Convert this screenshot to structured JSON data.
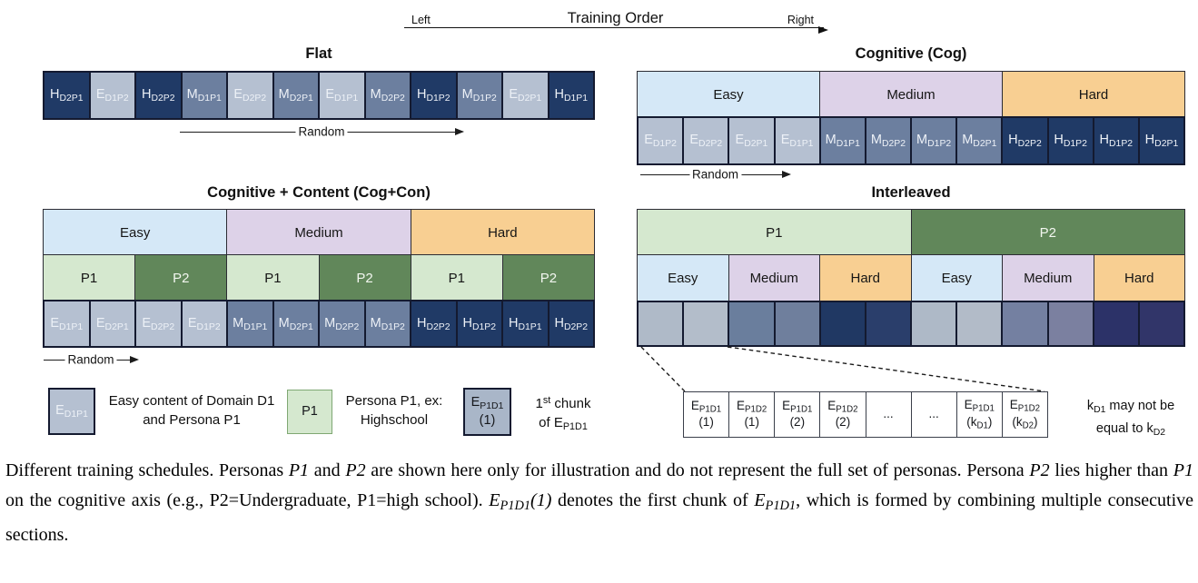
{
  "header": {
    "left": "Left",
    "title": "Training Order",
    "right": "Right"
  },
  "colors": {
    "easy_block": "#B5C0D1",
    "medium_block": "#6C7F9F",
    "hard_block": "#203A66",
    "easy_band": "#D5E8F7",
    "medium_band": "#DDD2E8",
    "hard_band": "#F8CF92",
    "p1_green": "#D5E8CF",
    "p2_green": "#61875A",
    "chunk_gray": "#A9B6C8"
  },
  "panels": {
    "flat": {
      "title": "Flat",
      "random_label": "Random",
      "blocks": [
        {
          "label": "H~D2P1~",
          "type": "hard"
        },
        {
          "label": "E~D1P2~",
          "type": "easy"
        },
        {
          "label": "H~D2P2~",
          "type": "hard"
        },
        {
          "label": "M~D1P1~",
          "type": "medium"
        },
        {
          "label": "E~D2P2~",
          "type": "easy"
        },
        {
          "label": "M~D2P1~",
          "type": "medium"
        },
        {
          "label": "E~D1P1~",
          "type": "easy"
        },
        {
          "label": "M~D2P2~",
          "type": "medium"
        },
        {
          "label": "H~D1P2~",
          "type": "hard"
        },
        {
          "label": "M~D1P2~",
          "type": "medium"
        },
        {
          "label": "E~D2P1~",
          "type": "easy"
        },
        {
          "label": "H~D1P1~",
          "type": "hard"
        }
      ]
    },
    "cog": {
      "title": "Cognitive (Cog)",
      "random_label": "Random",
      "tiers": [
        {
          "label": "Easy",
          "type": "easyband"
        },
        {
          "label": "Medium",
          "type": "mediumband"
        },
        {
          "label": "Hard",
          "type": "hardband"
        }
      ],
      "blocks": [
        {
          "label": "E~D1P2~",
          "type": "easy"
        },
        {
          "label": "E~D2P2~",
          "type": "easy"
        },
        {
          "label": "E~D2P1~",
          "type": "easy"
        },
        {
          "label": "E~D1P1~",
          "type": "easy"
        },
        {
          "label": "M~D1P1~",
          "type": "medium"
        },
        {
          "label": "M~D2P2~",
          "type": "medium"
        },
        {
          "label": "M~D1P2~",
          "type": "medium"
        },
        {
          "label": "M~D2P1~",
          "type": "medium"
        },
        {
          "label": "H~D2P2~",
          "type": "hard"
        },
        {
          "label": "H~D1P2~",
          "type": "hard"
        },
        {
          "label": "H~D1P2~",
          "type": "hard"
        },
        {
          "label": "H~D2P1~",
          "type": "hard"
        }
      ]
    },
    "cogcon": {
      "title": "Cognitive + Content (Cog+Con)",
      "random_label": "Random",
      "tiers": [
        {
          "label": "Easy",
          "type": "easyband"
        },
        {
          "label": "Medium",
          "type": "mediumband"
        },
        {
          "label": "Hard",
          "type": "hardband"
        }
      ],
      "personas": [
        {
          "label": "P1",
          "type": "p1"
        },
        {
          "label": "P2",
          "type": "p2"
        },
        {
          "label": "P1",
          "type": "p1"
        },
        {
          "label": "P2",
          "type": "p2"
        },
        {
          "label": "P1",
          "type": "p1"
        },
        {
          "label": "P2",
          "type": "p2"
        }
      ],
      "blocks": [
        {
          "label": "E~D1P1~",
          "type": "easy"
        },
        {
          "label": "E~D2P1~",
          "type": "easy"
        },
        {
          "label": "E~D2P2~",
          "type": "easy"
        },
        {
          "label": "E~D1P2~",
          "type": "easy"
        },
        {
          "label": "M~D1P1~",
          "type": "medium"
        },
        {
          "label": "M~D2P1~",
          "type": "medium"
        },
        {
          "label": "M~D2P2~",
          "type": "medium"
        },
        {
          "label": "M~D1P2~",
          "type": "medium"
        },
        {
          "label": "H~D2P2~",
          "type": "hard"
        },
        {
          "label": "H~D1P2~",
          "type": "hard"
        },
        {
          "label": "H~D1P1~",
          "type": "hard"
        },
        {
          "label": "H~D2P2~",
          "type": "hard"
        }
      ]
    },
    "interleaved": {
      "title": "Interleaved",
      "personas": [
        {
          "label": "P1",
          "type": "p1"
        },
        {
          "label": "P2",
          "type": "p2"
        }
      ],
      "tiers": [
        {
          "label": "Easy",
          "type": "easyband"
        },
        {
          "label": "Medium",
          "type": "mediumband"
        },
        {
          "label": "Hard",
          "type": "hardband"
        },
        {
          "label": "Easy",
          "type": "easyband"
        },
        {
          "label": "Medium",
          "type": "mediumband"
        },
        {
          "label": "Hard",
          "type": "hardband"
        }
      ],
      "blocks": [
        {
          "color": "#AFBAC8"
        },
        {
          "color": "#B3BDCA"
        },
        {
          "color": "#6A7E9D"
        },
        {
          "color": "#6F7F9D"
        },
        {
          "color": "#203863"
        },
        {
          "color": "#2A3E6B"
        },
        {
          "color": "#AEB9C7"
        },
        {
          "color": "#B2BBC8"
        },
        {
          "color": "#7480A1"
        },
        {
          "color": "#7B80A0"
        },
        {
          "color": "#2C3268"
        },
        {
          "color": "#313569"
        }
      ],
      "chunks": [
        {
          "label": "E~P1D1~",
          "label2": "(1)"
        },
        {
          "label": "E~P1D2~",
          "label2": "(1)"
        },
        {
          "label": "E~P1D1~",
          "label2": "(2)"
        },
        {
          "label": "E~P1D2~",
          "label2": "(2)"
        },
        {
          "label": "..."
        },
        {
          "label": "..."
        },
        {
          "label": "E~P1D1~",
          "label2": "(k~D1~)"
        },
        {
          "label": "E~P1D2~",
          "label2": "(k~D2~)"
        }
      ],
      "note_line1": "k~D1~ may not be",
      "note_line2": "equal to k~D2~"
    }
  },
  "legend": {
    "items": [
      {
        "block_label": "E~D1P1~",
        "text_line1": "Easy content of Domain D1",
        "text_line2": "and Persona P1"
      },
      {
        "block_label": "P1",
        "text_line1": "Persona P1, ex:",
        "text_line2": "Highschool"
      },
      {
        "block_label": "E~P1D1~",
        "block_label2": "(1)",
        "text_line1": "1^st^ chunk",
        "text_line2": "of E~P1D1~"
      }
    ]
  },
  "caption": {
    "segments": [
      {
        "t": "Different training schedules. Personas "
      },
      {
        "t": "P1",
        "math": true
      },
      {
        "t": " and "
      },
      {
        "t": "P2",
        "math": true
      },
      {
        "t": " are shown here only for illustration and do not represent the full set of personas. Persona "
      },
      {
        "t": "P2",
        "math": true
      },
      {
        "t": " lies higher than "
      },
      {
        "t": "P1",
        "math": true
      },
      {
        "t": " on the cognitive axis (e.g., P2=Undergraduate, P1=high school). "
      },
      {
        "t": "E~P1D1~(1)",
        "math": true
      },
      {
        "t": " denotes the first chunk of "
      },
      {
        "t": "E~P1D1~",
        "math": true
      },
      {
        "t": ", which is formed by combining multiple consecutive sections."
      }
    ]
  }
}
